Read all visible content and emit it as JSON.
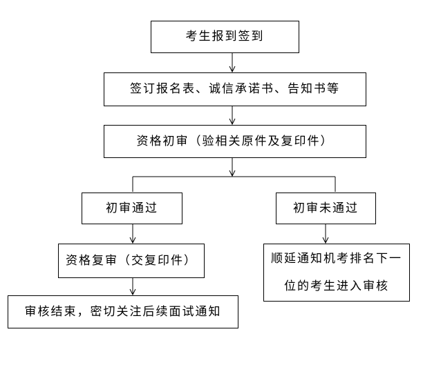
{
  "flowchart": {
    "step1": "考生报到签到",
    "step2": "签订报名表、诚信承诺书、告知书等",
    "step3": "资格初审（验相关原件及复印件）",
    "branch_pass": "初审通过",
    "branch_fail": "初审未通过",
    "step_recheck": "资格复审（交复印件）",
    "step_end": "审核结束，密切关注后续面试通知",
    "step_fail_action": "顺延通知机考排名下一位的考生进入审核"
  }
}
